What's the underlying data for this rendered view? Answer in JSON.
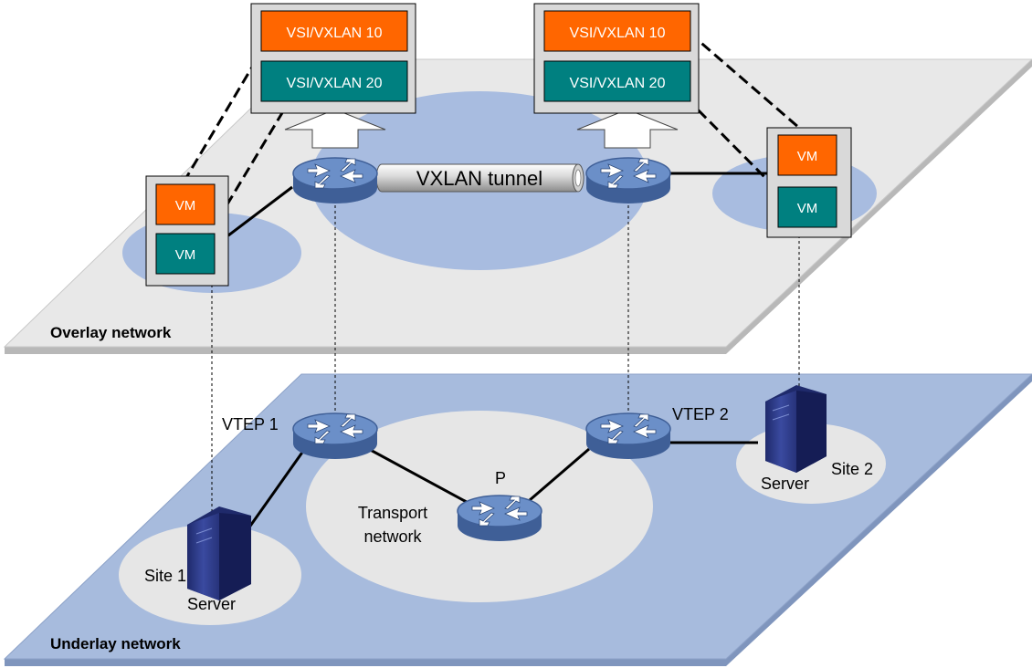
{
  "colors": {
    "overlay_plane": "#e8e8e8",
    "overlay_plane_edge": "#b8b8b8",
    "underlay_plane": "#a7bbdd",
    "underlay_plane_edge": "#7f95bd",
    "overlay_ellipse": "#a8bce0",
    "underlay_ellipse": "#e6e6e6",
    "vsi10_fill": "#ff6600",
    "vsi20_fill": "#008080",
    "vm_orange": "#ff6600",
    "vm_teal": "#008080",
    "device_blue": "#5b80b8",
    "server_blue": "#2f3d8f",
    "box_border": "#000000"
  },
  "overlay": {
    "title": "Overlay network",
    "vsi_left": {
      "vxlan10": "VSI/VXLAN 10",
      "vxlan20": "VSI/VXLAN 20"
    },
    "vsi_right": {
      "vxlan10": "VSI/VXLAN 10",
      "vxlan20": "VSI/VXLAN 20"
    },
    "vm_left": {
      "top": "VM",
      "bottom": "VM"
    },
    "vm_right": {
      "top": "VM",
      "bottom": "VM"
    },
    "tunnel_label": "VXLAN tunnel"
  },
  "underlay": {
    "title": "Underlay network",
    "vtep1": "VTEP 1",
    "vtep2": "VTEP 2",
    "p_router": "P",
    "transport_line1": "Transport",
    "transport_line2": "network",
    "site1": "Site 1",
    "site2": "Site 2",
    "server1": "Server",
    "server2": "Server"
  }
}
